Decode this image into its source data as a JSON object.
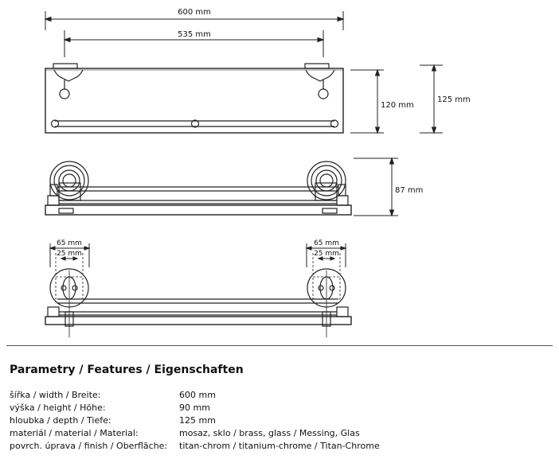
{
  "dimensions": {
    "width_total": "600 mm",
    "width_mounting": "535 mm",
    "height_shelf": "120 mm",
    "height_total": "125 mm",
    "depth": "87 mm",
    "left_outer": "65 mm",
    "left_inner": "25 mm",
    "right_outer": "65 mm",
    "right_inner": "25 mm"
  },
  "parameters": {
    "title": "Parametry / Features / Eigenschaften",
    "rows": [
      {
        "name": "šířka / width / Breite:",
        "value": "600 mm"
      },
      {
        "name": "výška / height / Höhe:",
        "value": "90 mm"
      },
      {
        "name": "hloubka / depth / Tiefe:",
        "value": "125 mm"
      },
      {
        "name": "materiál / material / Material:",
        "value": "mosaz, sklo / brass, glass / Messing, Glas"
      },
      {
        "name": "povrch. úprava / finish / Oberfläche:",
        "value": "titan-chrom / titanium-chrome / Titan-Chrome"
      }
    ]
  }
}
